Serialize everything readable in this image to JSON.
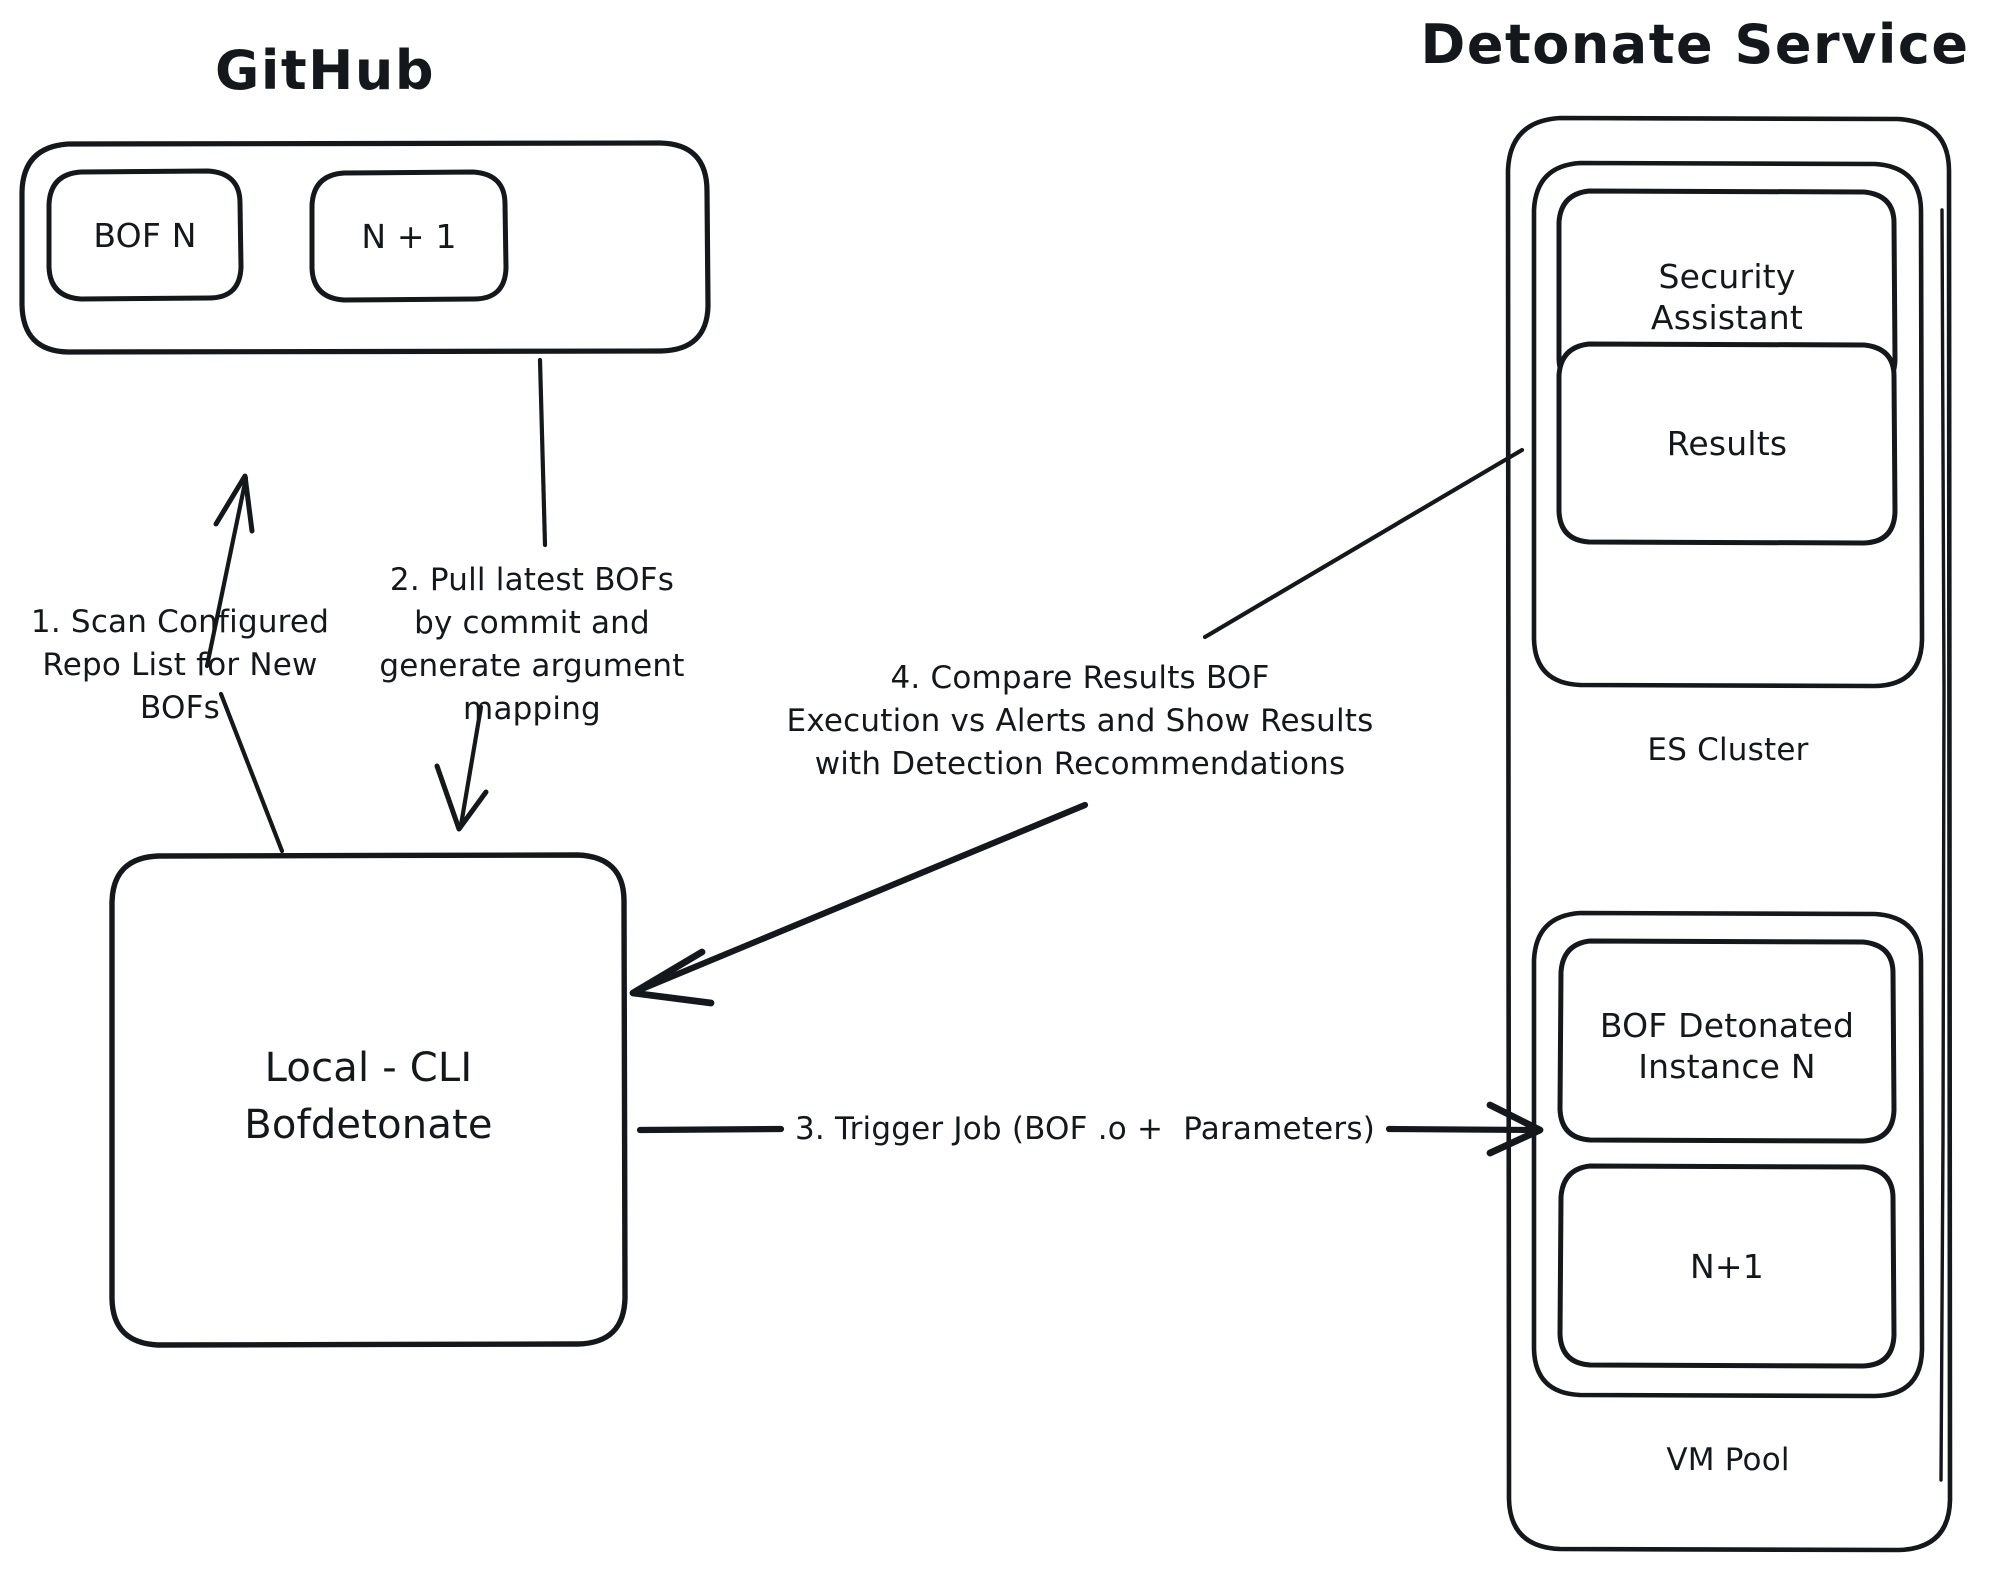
{
  "diagram": {
    "title_left": "GitHub",
    "title_right": "Detonate Service",
    "background": "#ffffff",
    "stroke_color": "#14181c"
  },
  "github": {
    "label": "GitHub",
    "nodes": [
      {
        "id": "bof-n",
        "label": "BOF N"
      },
      {
        "id": "n-plus-1",
        "label": "N + 1"
      }
    ]
  },
  "local_cli": {
    "line1": "Local - CLI",
    "line2": "Bofdetonate"
  },
  "detonate_service": {
    "label": "Detonate Service",
    "es_cluster": {
      "label": "ES Cluster",
      "nodes": [
        {
          "id": "security-assistant",
          "line1": "Security",
          "line2": "Assistant"
        },
        {
          "id": "results",
          "line1": "Results",
          "line2": ""
        }
      ]
    },
    "vm_pool": {
      "label": "VM Pool",
      "nodes": [
        {
          "id": "bof-detonated-instance-n",
          "line1": "BOF Detonated",
          "line2": "Instance N"
        },
        {
          "id": "n-plus-1-vm",
          "line1": "N+1",
          "line2": ""
        }
      ]
    }
  },
  "edges": [
    {
      "id": "step-1",
      "lines": [
        "1. Scan Configured",
        "Repo List for New",
        "BOFs"
      ],
      "from": "Local - CLI Bofdetonate",
      "to": "GitHub"
    },
    {
      "id": "step-2",
      "lines": [
        "2. Pull latest BOFs",
        "by commit and",
        "generate argument",
        "mapping"
      ],
      "from": "GitHub",
      "to": "Local - CLI Bofdetonate"
    },
    {
      "id": "step-3",
      "lines": [
        "3. Trigger Job (BOF .o +  Parameters)"
      ],
      "from": "Local - CLI Bofdetonate",
      "to": "BOF Detonated Instance N"
    },
    {
      "id": "step-4",
      "lines": [
        "4. Compare Results BOF",
        "Execution vs Alerts and Show Results",
        "with Detection Recommendations"
      ],
      "from": "ES Cluster",
      "to": "Local - CLI Bofdetonate"
    }
  ]
}
